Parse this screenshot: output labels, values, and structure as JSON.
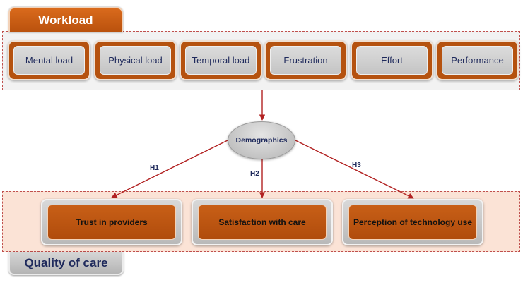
{
  "workload": {
    "title": "Workload",
    "items": [
      {
        "label": "Mental load"
      },
      {
        "label": "Physical load"
      },
      {
        "label": "Temporal load"
      },
      {
        "label": "Frustration"
      },
      {
        "label": "Effort"
      },
      {
        "label": "Performance"
      }
    ]
  },
  "mediator": {
    "label": "Demographics"
  },
  "hypotheses": [
    {
      "label": "H1"
    },
    {
      "label": "H2"
    },
    {
      "label": "H3"
    }
  ],
  "quality": {
    "title": "Quality of care",
    "items": [
      {
        "label": "Trust in providers"
      },
      {
        "label": "Satisfaction with care"
      },
      {
        "label": "Perception of technology use"
      }
    ]
  },
  "colors": {
    "accent_orange": "#b5520f",
    "arrow_red": "#b22222",
    "text_navy": "#1f2a5c",
    "quality_band": "#fbe3d6"
  }
}
